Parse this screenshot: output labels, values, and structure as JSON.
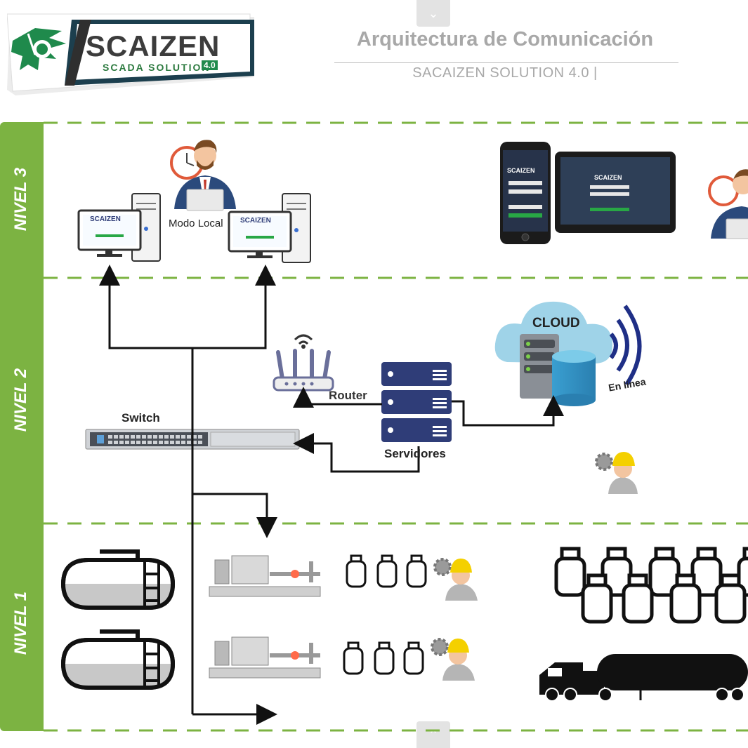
{
  "header": {
    "title": "Arquitectura de Comunicación",
    "subtitle": "SACAIZEN SOLUTION 4.0  |"
  },
  "logo": {
    "brand": "SCAIZEN",
    "tagline": "SCADA SOLUTION",
    "version": "4.0"
  },
  "levels": {
    "level3": "NIVEL 3",
    "level2": "NIVEL 2",
    "level1": "NIVEL 1"
  },
  "labels": {
    "modo_local": "Modo Local",
    "switch": "Switch",
    "router": "Router",
    "servidores": "Servidores",
    "cloud": "CLOUD",
    "en_linea": "En línea"
  },
  "screens": {
    "monitor_brand": "SCAIZEN"
  },
  "colors": {
    "accent_green": "#7cb342",
    "dashed_green": "#7cb342",
    "server_navy": "#2f3d78",
    "cloud_blue": "#9fd3e8",
    "db_blue": "#3a9fd1",
    "wifi_navy": "#1f2f86"
  },
  "icons": [
    "chevron-down-icon",
    "chevron-up-icon",
    "clock-icon",
    "person-icon",
    "worker-icon",
    "gear-icon",
    "wifi-icon",
    "gas-cylinder-icon"
  ]
}
